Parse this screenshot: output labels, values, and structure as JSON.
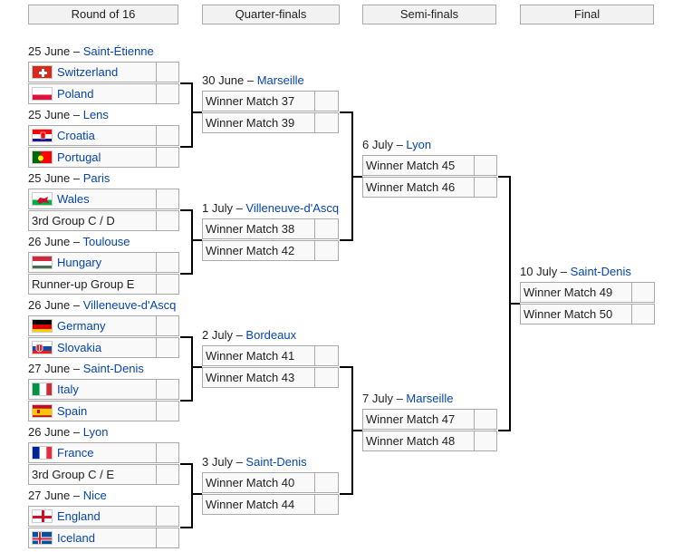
{
  "rounds": {
    "r16": "Round of 16",
    "qf": "Quarter-finals",
    "sf": "Semi-finals",
    "final": "Final"
  },
  "r16": [
    {
      "date": "25 June – ",
      "venue": "Saint-Étienne",
      "teams": [
        "Switzerland",
        "Poland"
      ]
    },
    {
      "date": "25 June – ",
      "venue": "Lens",
      "teams": [
        "Croatia",
        "Portugal"
      ]
    },
    {
      "date": "25 June – ",
      "venue": "Paris",
      "teams": [
        "Wales",
        "3rd Group C / D"
      ]
    },
    {
      "date": "26 June – ",
      "venue": "Toulouse",
      "teams": [
        "Hungary",
        "Runner-up Group E"
      ]
    },
    {
      "date": "26 June – ",
      "venue": "Villeneuve-d'Ascq",
      "teams": [
        "Germany",
        "Slovakia"
      ]
    },
    {
      "date": "27 June – ",
      "venue": "Saint-Denis",
      "teams": [
        "Italy",
        "Spain"
      ]
    },
    {
      "date": "26 June – ",
      "venue": "Lyon",
      "teams": [
        "France",
        "3rd Group C / E"
      ]
    },
    {
      "date": "27 June – ",
      "venue": "Nice",
      "teams": [
        "England",
        "Iceland"
      ]
    }
  ],
  "qf": [
    {
      "date": "30 June – ",
      "venue": "Marseille",
      "teams": [
        "Winner Match 37",
        "Winner Match 39"
      ]
    },
    {
      "date": "1 July – ",
      "venue": "Villeneuve-d'Ascq",
      "teams": [
        "Winner Match 38",
        "Winner Match 42"
      ]
    },
    {
      "date": "2 July – ",
      "venue": "Bordeaux",
      "teams": [
        "Winner Match 41",
        "Winner Match 43"
      ]
    },
    {
      "date": "3 July – ",
      "venue": "Saint-Denis",
      "teams": [
        "Winner Match 40",
        "Winner Match 44"
      ]
    }
  ],
  "sf": [
    {
      "date": "6 July – ",
      "venue": "Lyon",
      "teams": [
        "Winner Match 45",
        "Winner Match 46"
      ]
    },
    {
      "date": "7 July – ",
      "venue": "Marseille",
      "teams": [
        "Winner Match 47",
        "Winner Match 48"
      ]
    }
  ],
  "final": [
    {
      "date": "10 July – ",
      "venue": "Saint-Denis",
      "teams": [
        "Winner Match 49",
        "Winner Match 50"
      ]
    }
  ],
  "flags": {
    "Switzerland": "switzerland-flag-icon",
    "Poland": "poland-flag-icon",
    "Croatia": "croatia-flag-icon",
    "Portugal": "portugal-flag-icon",
    "Wales": "wales-flag-icon",
    "Hungary": "hungary-flag-icon",
    "Germany": "germany-flag-icon",
    "Slovakia": "slovakia-flag-icon",
    "Italy": "italy-flag-icon",
    "Spain": "spain-flag-icon",
    "France": "france-flag-icon",
    "England": "england-flag-icon",
    "Iceland": "iceland-flag-icon"
  },
  "colors": {
    "link": "#0645ad",
    "header_bg": "#f2f2f2",
    "cell_bg": "#f9f9f9",
    "border": "#aaaaaa"
  }
}
